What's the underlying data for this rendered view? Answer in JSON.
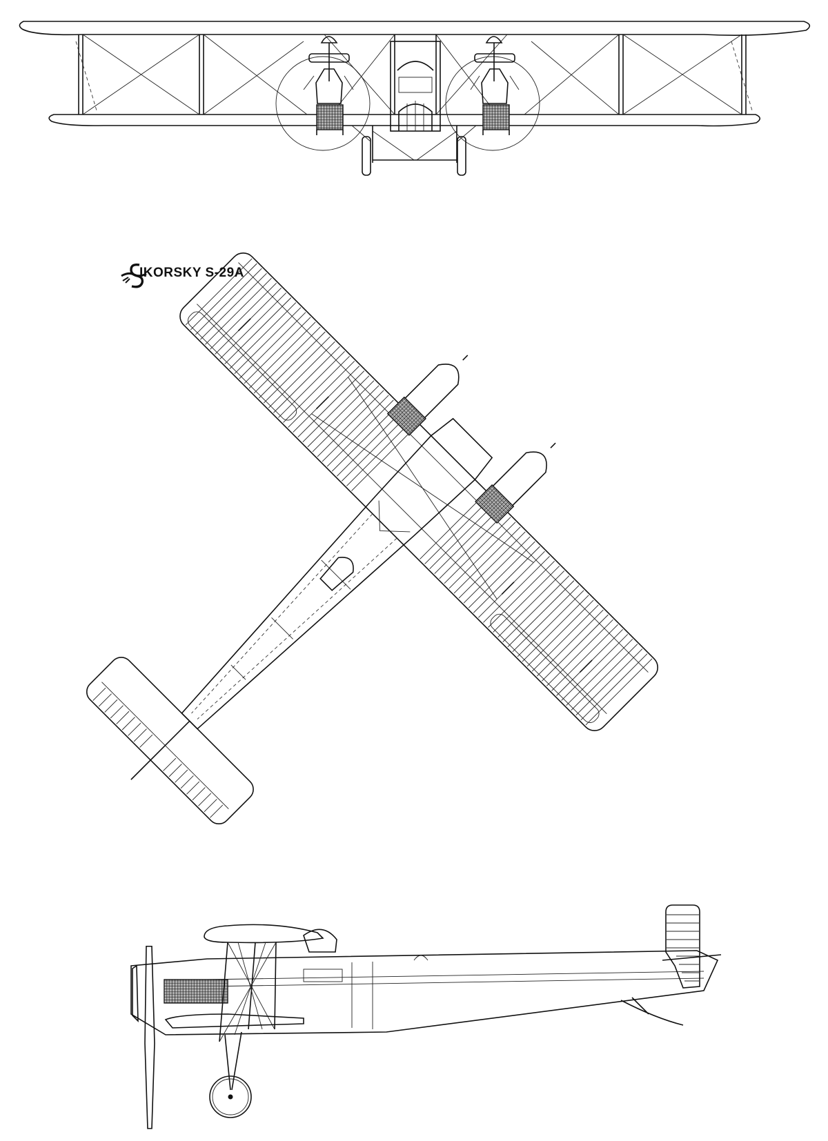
{
  "drawing": {
    "title": "IKORSKY S-29A",
    "logo_icon": "sikorsky-eagle-s-logo",
    "views": [
      "front-view",
      "top-view",
      "side-view"
    ]
  }
}
